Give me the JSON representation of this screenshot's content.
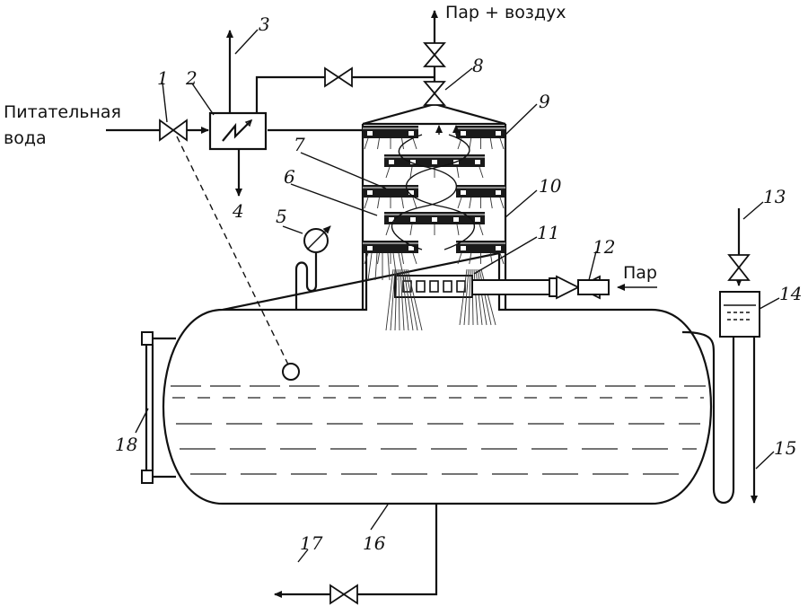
{
  "labels": {
    "feed_water_line1": "Питательная",
    "feed_water_line2": "вода",
    "steam_air": "Пар + воздух",
    "steam": "Пар"
  },
  "numbers": [
    "1",
    "2",
    "3",
    "4",
    "5",
    "6",
    "7",
    "8",
    "9",
    "10",
    "11",
    "12",
    "13",
    "14",
    "15",
    "16",
    "17",
    "18"
  ]
}
